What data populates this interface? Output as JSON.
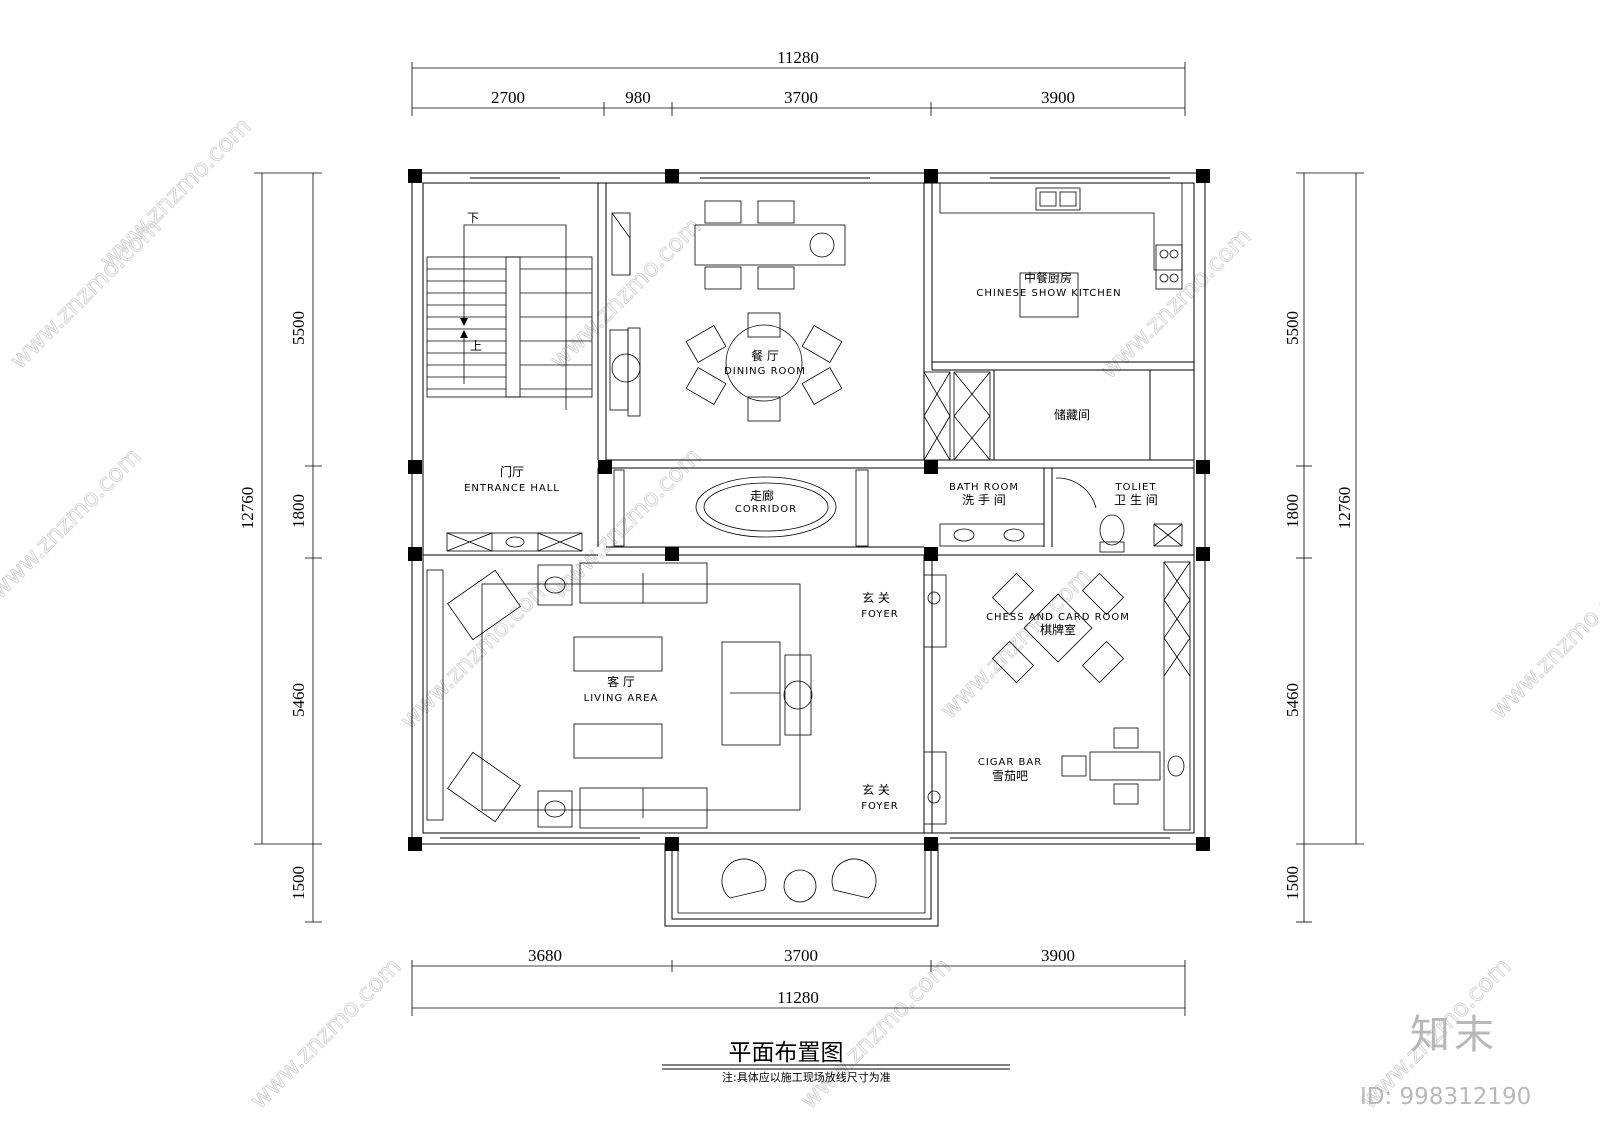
{
  "dimensions": {
    "top_total": "11280",
    "top_segments": [
      "2700",
      "980",
      "3700",
      "3900"
    ],
    "bottom_total": "11280",
    "bottom_segments": [
      "3680",
      "3700",
      "3900"
    ],
    "left_segments": [
      "5500",
      "1800",
      "5460",
      "1500"
    ],
    "left_total": "12760",
    "right_segments": [
      "5500",
      "1800",
      "5460",
      "1500"
    ],
    "right_total": "12760"
  },
  "rooms": {
    "dining": {
      "cn": "餐 厅",
      "en": "DINING ROOM"
    },
    "kitchen": {
      "cn": "中餐厨房",
      "en": "CHINESE SHOW KITCHEN"
    },
    "storage": {
      "cn": "储藏间"
    },
    "entrance": {
      "cn": "门厅",
      "en": "ENTRANCE HALL"
    },
    "corridor": {
      "cn": "走廊",
      "en": "CORRIDOR"
    },
    "bath": {
      "cn": "洗 手 间",
      "en": "BATH ROOM"
    },
    "toilet": {
      "cn": "卫 生 间",
      "en": "TOLIET"
    },
    "foyer_top": {
      "cn": "玄 关",
      "en": "FOYER"
    },
    "foyer_bottom": {
      "cn": "玄 关",
      "en": "FOYER"
    },
    "living": {
      "cn": "客 厅",
      "en": "LIVING AREA"
    },
    "chess": {
      "cn": "棋牌室",
      "en": "CHESS AND CARD ROOM"
    },
    "cigar": {
      "cn": "雪茄吧",
      "en": "CIGAR BAR"
    }
  },
  "stairs": {
    "down": "下",
    "up": "上"
  },
  "title": "平面布置图",
  "note": "注:具体应以施工现场放线尺寸为准",
  "watermark": {
    "site": "www.znzmo.com",
    "brand": "知末",
    "id": "ID: 998312190"
  }
}
